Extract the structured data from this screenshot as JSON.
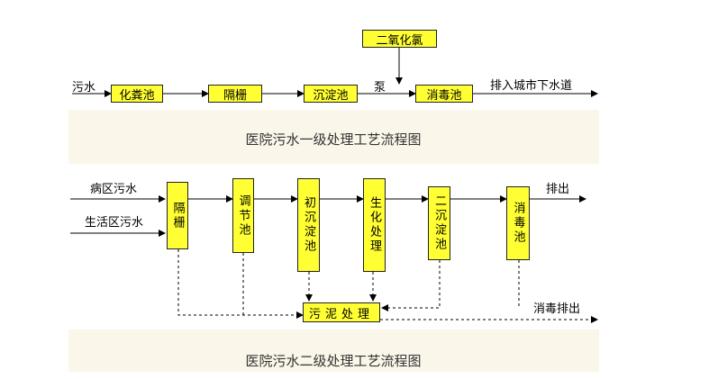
{
  "diagram1": {
    "title": "医院污水一级处理工艺流程图",
    "input": "污水",
    "steps": [
      "化粪池",
      "隔栅",
      "沉淀池",
      "消毒池"
    ],
    "additive": "二氧化氯",
    "pump": "泵",
    "output": "排入城市下水道"
  },
  "diagram2": {
    "title": "医院污水二级处理工艺流程图",
    "inputs": [
      "病区污水",
      "生活区污水"
    ],
    "steps": [
      "隔栅",
      "调节池",
      "初沉淀池",
      "生化处理",
      "二沉淀池",
      "消毒池"
    ],
    "sludge": "污泥处理",
    "output": "排出",
    "sludge_output": "消毒排出"
  },
  "colors": {
    "box_fill": "#ffff33",
    "band": "#fbf6ea"
  }
}
